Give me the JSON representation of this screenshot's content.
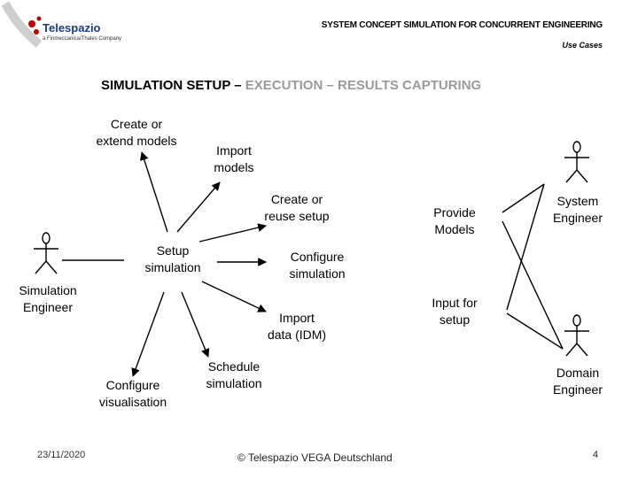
{
  "header": {
    "company_name": "Telespazio",
    "company_tagline": "a Finmeccanica/Thales Company",
    "title": "SYSTEM CONCEPT SIMULATION FOR CONCURRENT ENGINEERING",
    "subtitle": "Use Cases"
  },
  "heading": {
    "part1": "SIMULATION SETUP – ",
    "part2": "EXECUTION – RESULTS CAPTURING"
  },
  "actors": {
    "simulation_engineer": "Simulation\nEngineer",
    "system_engineer": "System\nEngineer",
    "domain_engineer": "Domain\nEngineer"
  },
  "use_cases": {
    "create_models": "Create or\nextend models",
    "import_models": "Import\nmodels",
    "create_setup": "Create or\nreuse setup",
    "setup_simulation": "Setup\nsimulation",
    "configure_simulation": "Configure\nsimulation",
    "import_data": "Import\ndata (IDM)",
    "configure_visualisation": "Configure\nvisualisation",
    "schedule_simulation": "Schedule\nsimulation",
    "provide_models": "Provide\nModels",
    "input_setup": "Input for\nsetup"
  },
  "footer": {
    "date": "23/11/2020",
    "copyright": "© Telespazio VEGA Deutschland",
    "page": "4"
  }
}
